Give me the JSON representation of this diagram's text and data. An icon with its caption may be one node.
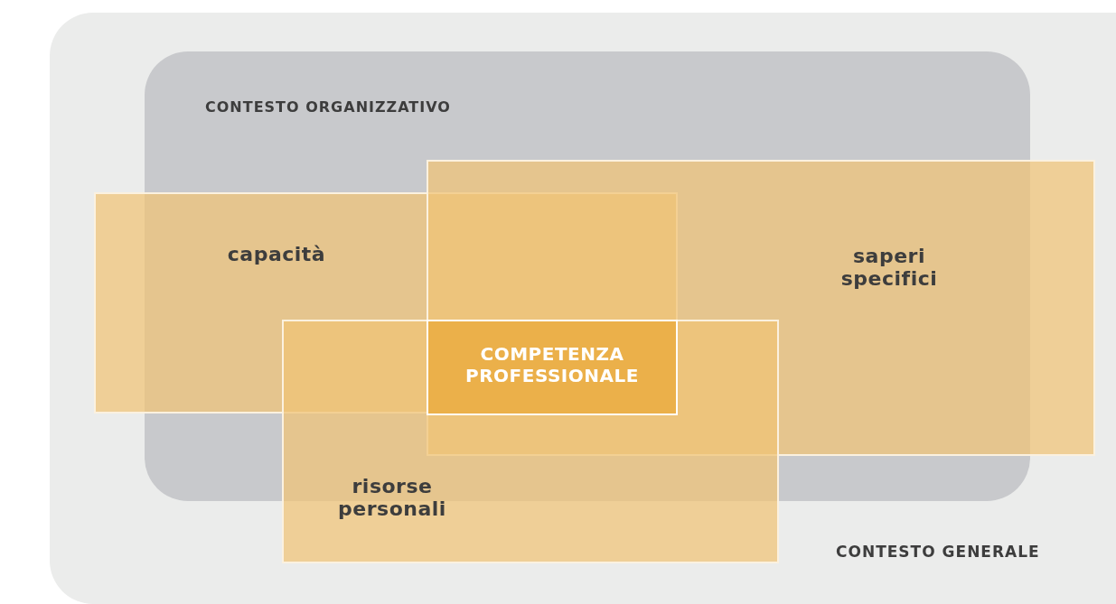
{
  "diagram": {
    "nodes": [
      {
        "text": [
          "CONTESTO GENERALE"
        ]
      },
      {
        "text": [
          "CONTESTO ORGANIZZATIVO"
        ],
        "in": 0
      },
      {
        "text": [
          "capacità"
        ],
        "in": 0
      },
      {
        "text": [
          "saperi specifici"
        ],
        "in": 0
      },
      {
        "text": [
          "risorse personali"
        ],
        "in": 0
      },
      {
        "text": [
          "COMPETENZA PROFESSIONALE"
        ]
      }
    ],
    "edges": []
  }
}
